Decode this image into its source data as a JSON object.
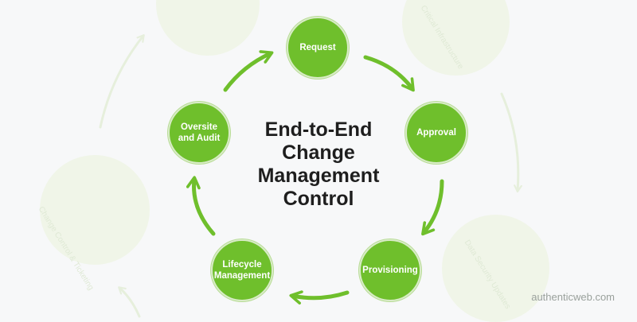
{
  "diagram": {
    "title_lines": [
      "End-to-End",
      "Change",
      "Management",
      "Control"
    ],
    "nodes": [
      {
        "id": "request",
        "label_lines": [
          "Request"
        ]
      },
      {
        "id": "approval",
        "label_lines": [
          "Approval"
        ]
      },
      {
        "id": "provisioning",
        "label_lines": [
          "Provisioning"
        ]
      },
      {
        "id": "lifecycle",
        "label_lines": [
          "Lifecycle",
          "Management"
        ]
      },
      {
        "id": "oversite",
        "label_lines": [
          "Oversite",
          "and Audit"
        ]
      }
    ],
    "background_labels": {
      "left": "Change Control & Ticketing",
      "upper_right": "Critical Infrastructure",
      "lower_right": "Data Security Updates"
    }
  },
  "watermark": "authenticweb.com",
  "colors": {
    "node": "#6fbf2c",
    "arrow": "#6fbf2c",
    "background": "#f7f8f9",
    "faint_circle": "#eef5e5"
  }
}
